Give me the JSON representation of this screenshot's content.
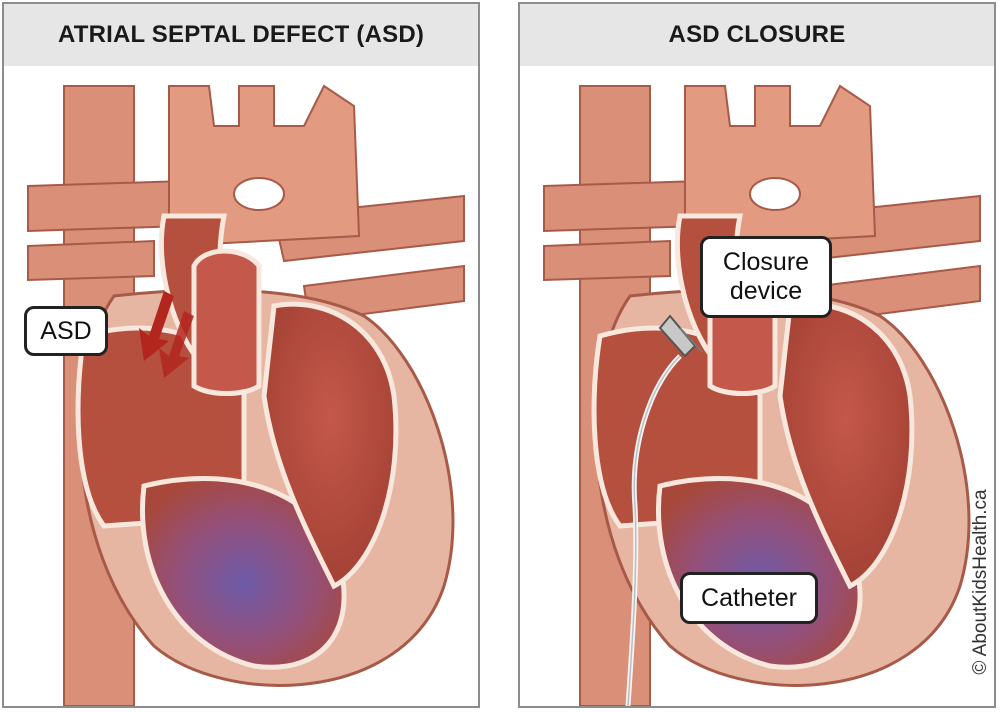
{
  "panels": [
    {
      "title": "ATRIAL SEPTAL DEFECT (ASD)",
      "callouts": [
        "ASD"
      ]
    },
    {
      "title": "ASD CLOSURE",
      "callouts": [
        "Closure\ndevice",
        "Catheter"
      ]
    }
  ],
  "credit": "© AboutKidsHealth.ca",
  "colors": {
    "header_bg": "#e6e6e6",
    "tissue_light": "#e7b6a2",
    "tissue_mid": "#c9735a",
    "chamber_dark": "#a8483a",
    "ventricle_purple": "#7a5a9c",
    "valve_outline": "#f7e7dd",
    "arrow_red": "#b3261e",
    "device_silver": "#c8c8c8"
  }
}
